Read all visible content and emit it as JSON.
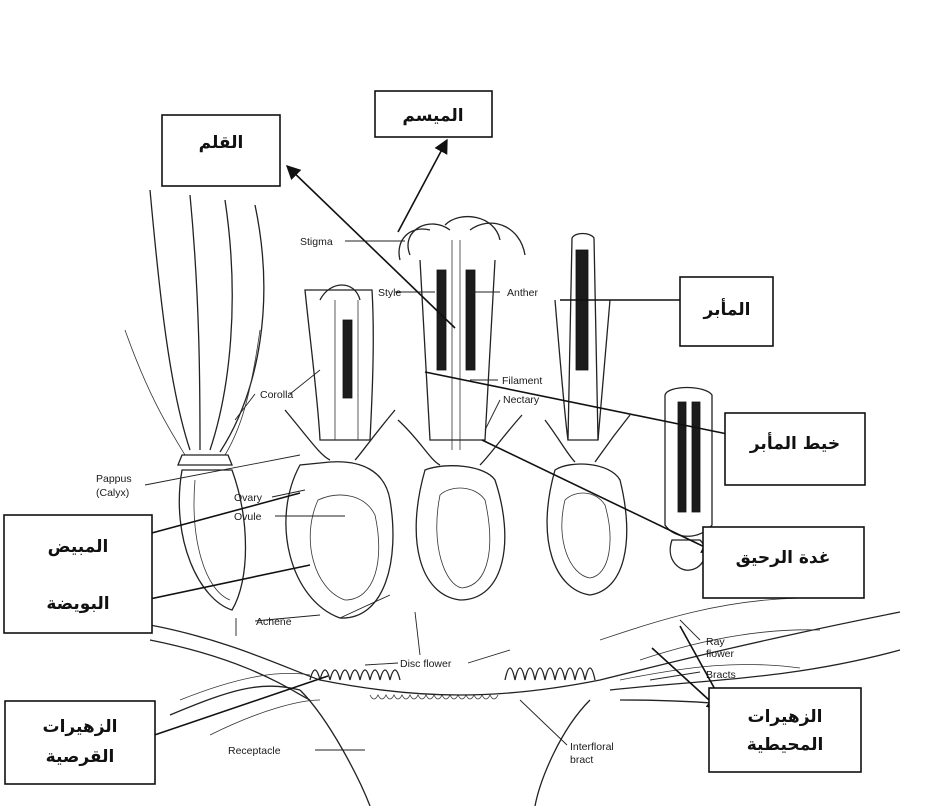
{
  "english_labels": {
    "stigma": "Stigma",
    "style": "Style",
    "anther": "Anther",
    "corolla": "Corolla",
    "filament": "Filament",
    "nectary": "Nectary",
    "pappus": "Pappus",
    "calyx": "(Calyx)",
    "ovary": "Ovary",
    "ovule": "Ovule",
    "achene": "Achene",
    "disc_flower": "Disc flower",
    "ray_flower_1": "Ray",
    "ray_flower_2": "flower",
    "bracts": "Bracts",
    "receptacle": "Receptacle",
    "interfloral_1": "Interfloral",
    "interfloral_2": "bract"
  },
  "arabic_labels": {
    "style": "القلم",
    "stigma": "الميسم",
    "anther": "المأبر",
    "filament": "خيط المأبر",
    "nectary": "غدة الرحيق",
    "ovary": "المبيض",
    "ovule": "البويضة",
    "disc_florets_1": "الزهيرات",
    "disc_florets_2": "القرصية",
    "ray_florets_1": "الزهيرات",
    "ray_florets_2": "المحيطية"
  }
}
